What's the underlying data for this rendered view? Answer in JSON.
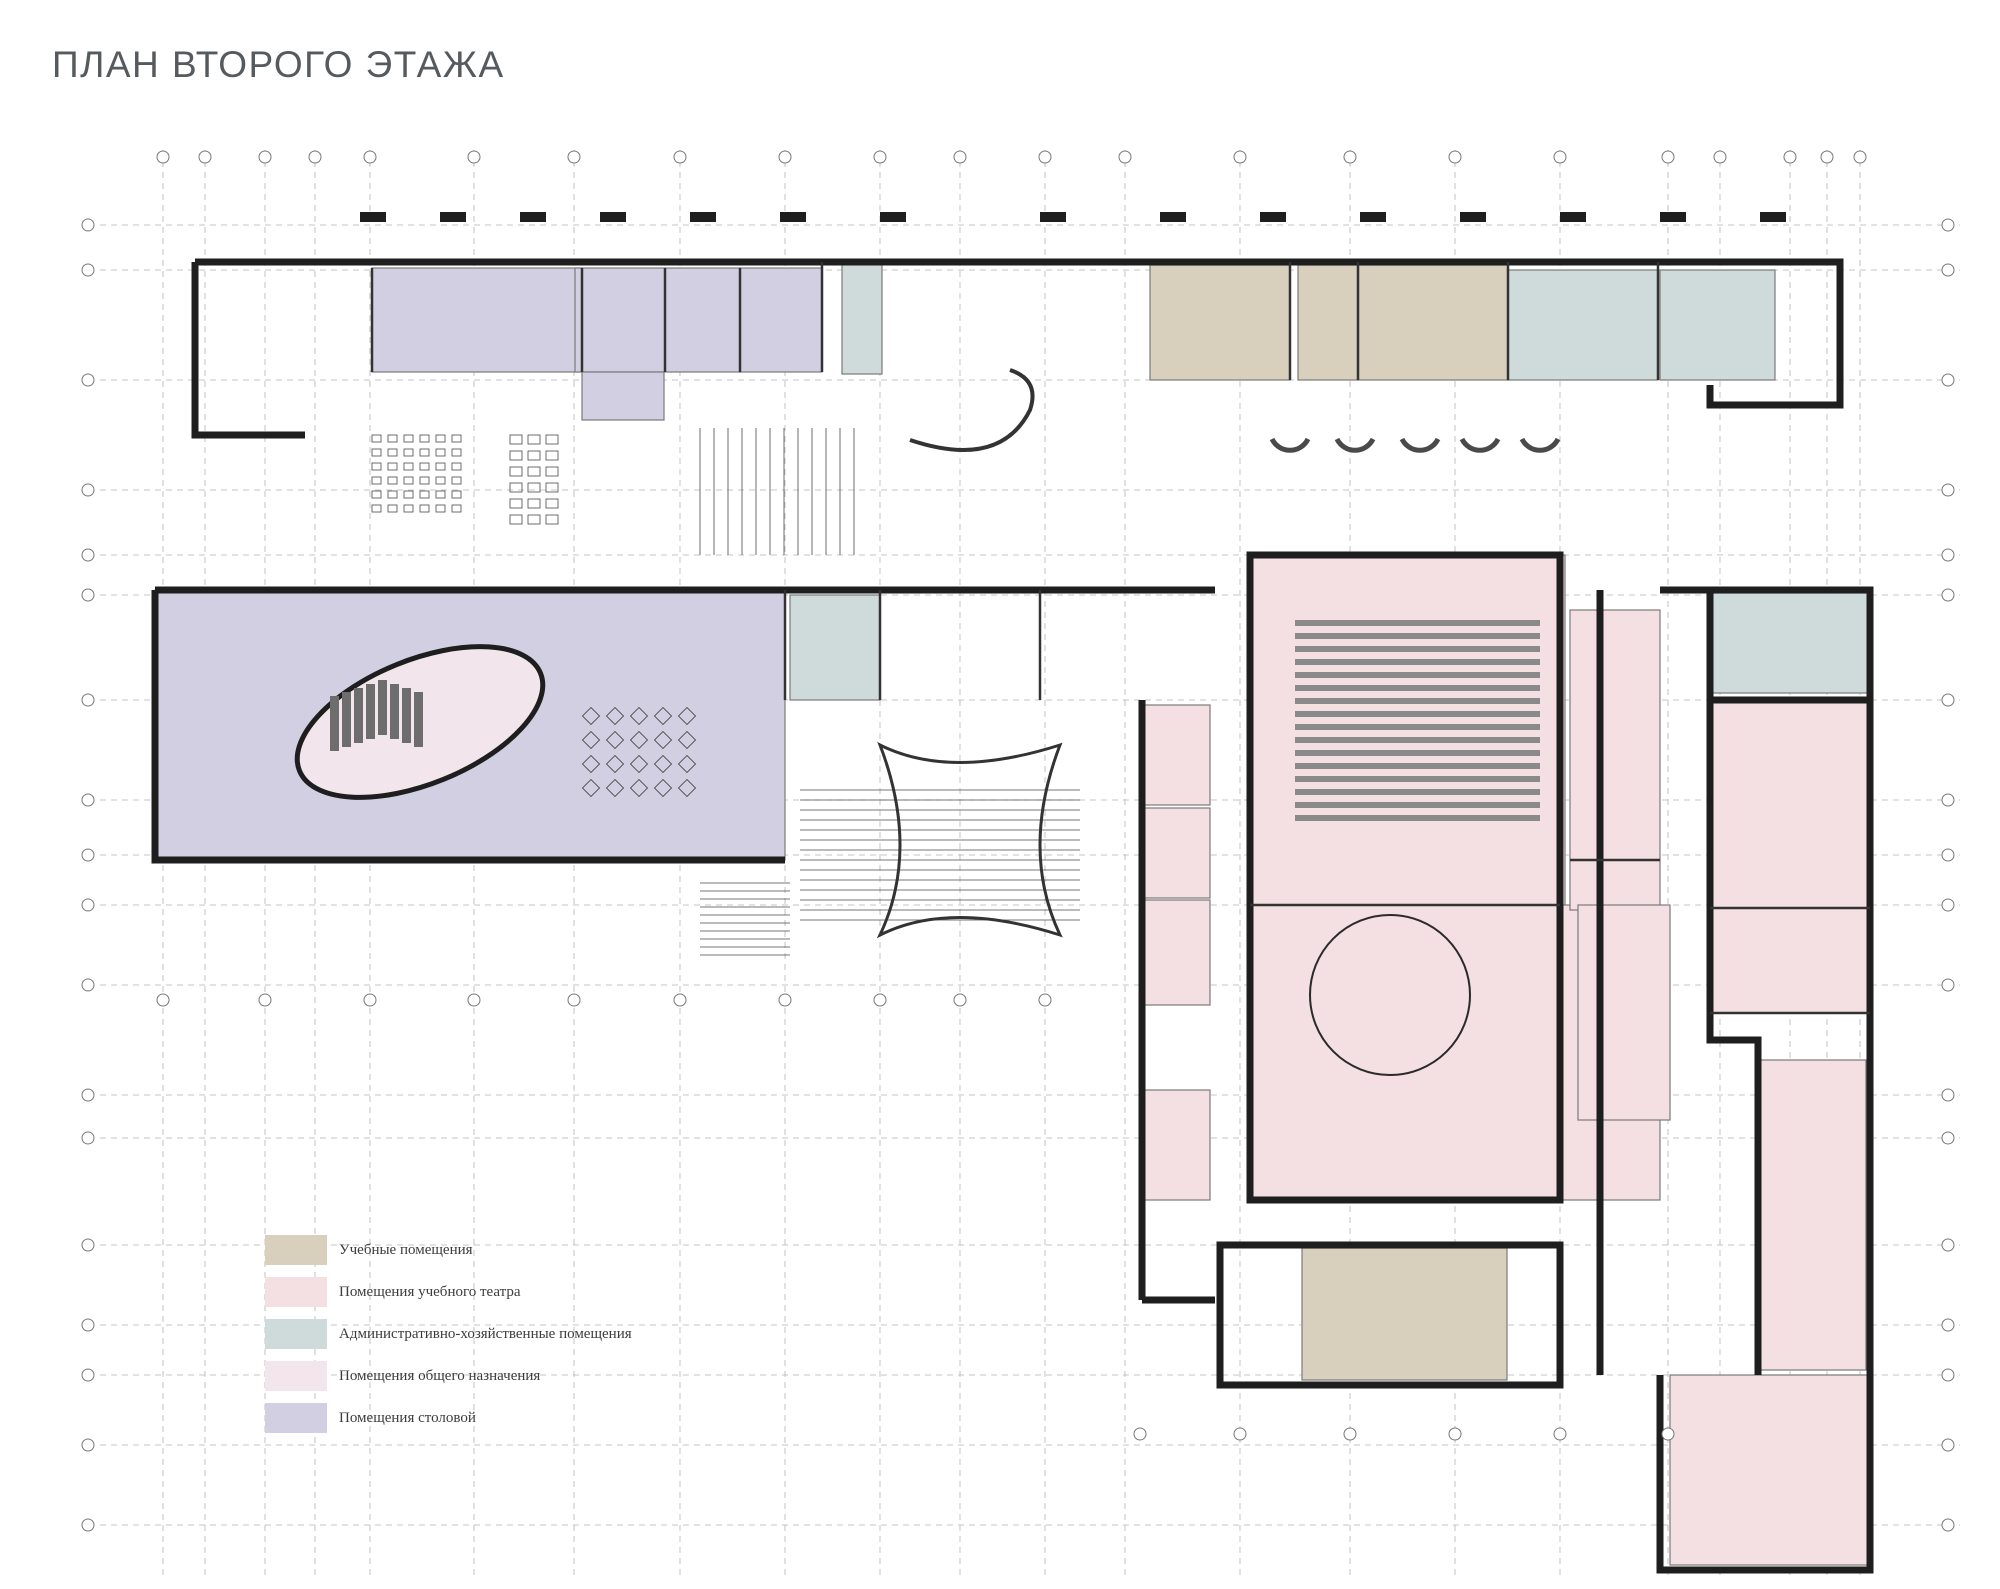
{
  "title": "ПЛАН ВТОРОГО ЭТАЖА",
  "colors": {
    "educational": "#d8cfbd",
    "theatre": "#f4dfe2",
    "administrative": "#cfdadb",
    "common": "#f2e6ec",
    "dining": "#d2cfe2",
    "wall": "#1e1e1e",
    "grid": "#b4b4b4"
  },
  "legend": [
    {
      "key": "educational",
      "label": "Учебные помещения"
    },
    {
      "key": "theatre",
      "label": "Помещения учебного театра"
    },
    {
      "key": "administrative",
      "label": "Административно-хозяйственные помещения"
    },
    {
      "key": "common",
      "label": "Помещения общего назначения"
    },
    {
      "key": "dining",
      "label": "Помещения столовой"
    }
  ]
}
